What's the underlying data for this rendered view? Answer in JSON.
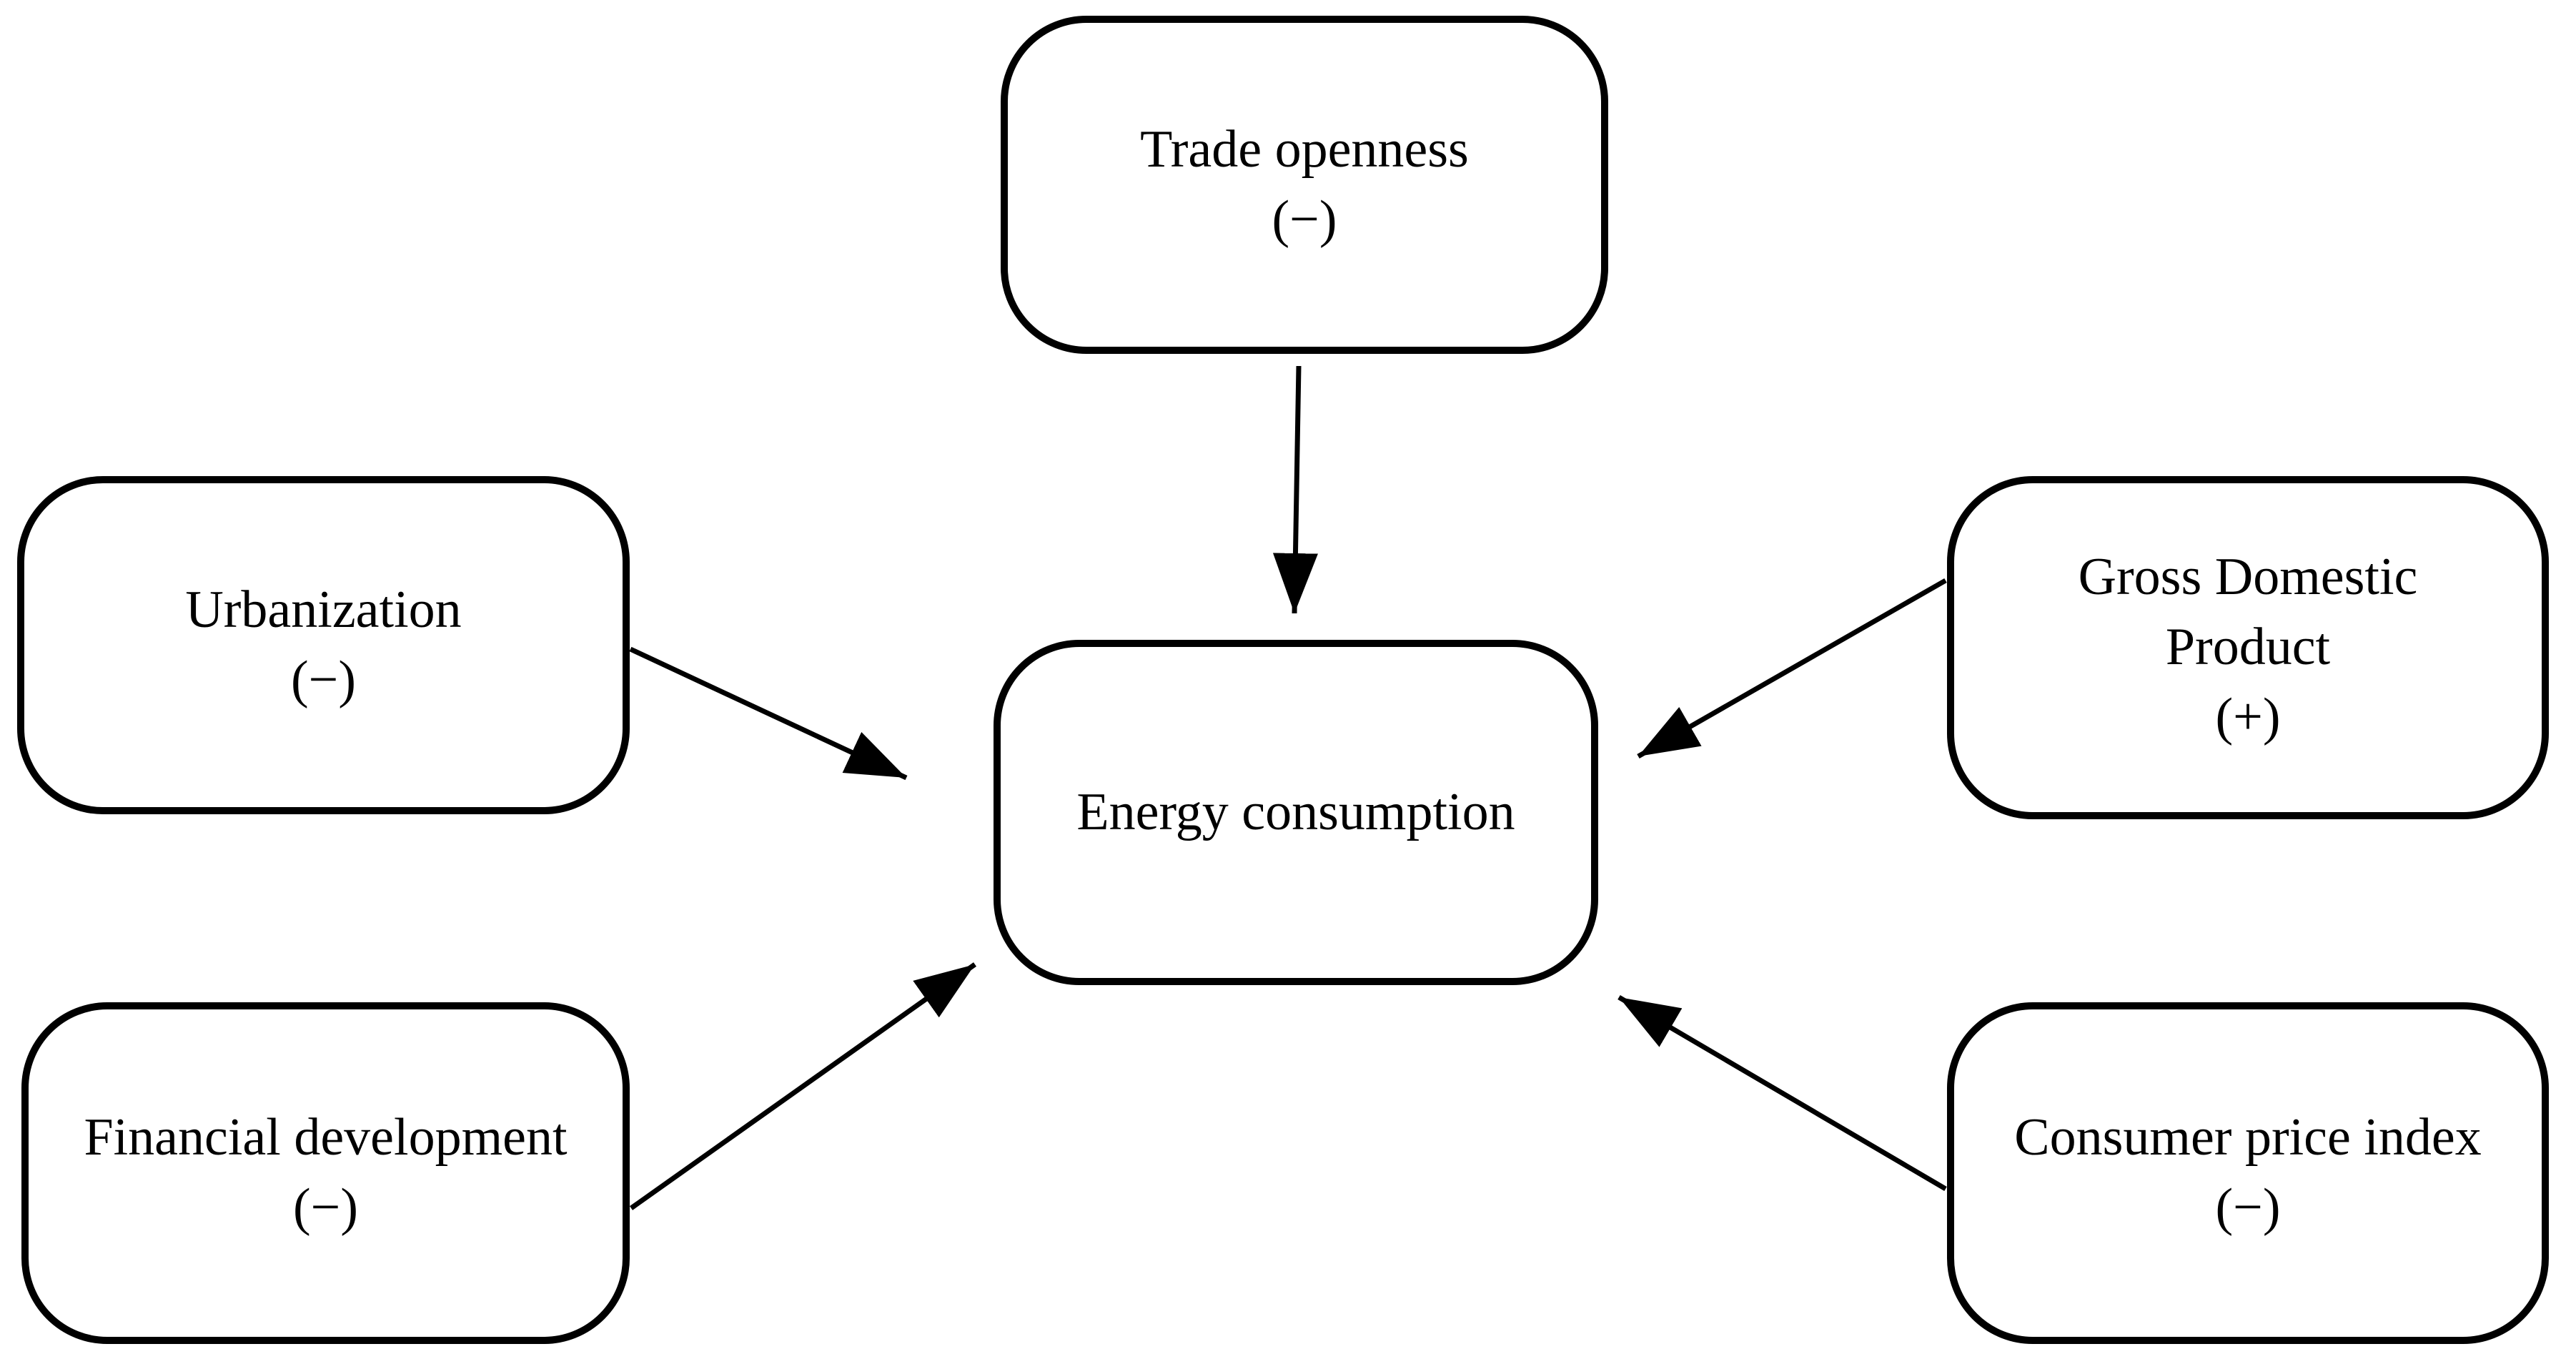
{
  "nodes": {
    "trade_openness": {
      "label": "Trade openness",
      "sign": "(−)"
    },
    "urbanization": {
      "label": "Urbanization",
      "sign": "(−)"
    },
    "financial_development": {
      "label": "Financial development",
      "sign": "(−)"
    },
    "energy_consumption": {
      "label": "Energy consumption",
      "sign": ""
    },
    "gross_domestic_product": {
      "label": "Gross Domestic Product",
      "sign": "(+)"
    },
    "consumer_price_index": {
      "label": "Consumer price index",
      "sign": "(−)"
    }
  },
  "edges": [
    {
      "from": "Trade openness",
      "to": "Energy consumption",
      "effect": "−"
    },
    {
      "from": "Urbanization",
      "to": "Energy consumption",
      "effect": "−"
    },
    {
      "from": "Financial development",
      "to": "Energy consumption",
      "effect": "−"
    },
    {
      "from": "Gross Domestic Product",
      "to": "Energy consumption",
      "effect": "+"
    },
    {
      "from": "Consumer price index",
      "to": "Energy consumption",
      "effect": "−"
    }
  ],
  "colors": {
    "background": "#ffffff",
    "stroke": "#000000",
    "text": "#000000"
  }
}
